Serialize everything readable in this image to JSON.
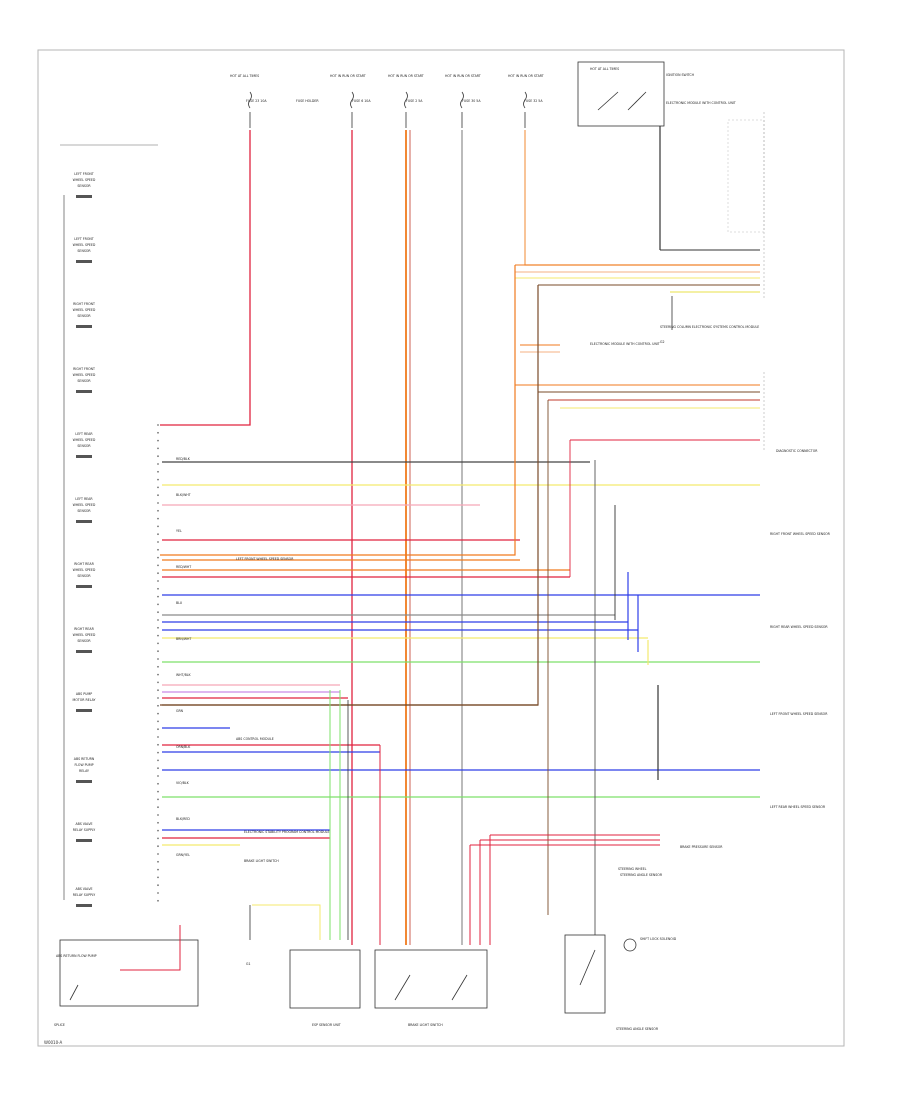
{
  "footer_code": "W0010-A",
  "header_sources": [
    {
      "top": "HOT AT ALL TIMES",
      "fuse": "FUSE 23 10A"
    },
    {
      "top": "",
      "fuse": "FUSE HOLDER"
    },
    {
      "top": "HOT IN RUN OR START",
      "fuse": "FUSE 6 10A"
    },
    {
      "top": "HOT IN RUN OR START",
      "fuse": "FUSE 2 5A"
    },
    {
      "top": "HOT IN RUN OR START",
      "fuse": "FUSE 30 5A"
    },
    {
      "top": "HOT IN RUN OR START",
      "fuse": "FUSE 32 5A"
    }
  ],
  "top_right_switch": {
    "title": "HOT AT ALL TIMES",
    "label": "IGNITION SWITCH",
    "ground": "G1"
  },
  "module_labels": [
    "ELECTRONIC MODULE WITH CONTROL UNIT",
    "STEERING COLUMN ELECTRONIC SYSTEMS CONTROL MODULE"
  ],
  "left_column_labels": [
    "LEFT FRONT WHEEL SPEED SENSOR",
    "LEFT FRONT WHEEL SPEED SENSOR",
    "RIGHT FRONT WHEEL SPEED SENSOR",
    "RIGHT FRONT WHEEL SPEED SENSOR",
    "LEFT REAR WHEEL SPEED SENSOR",
    "LEFT REAR WHEEL SPEED SENSOR",
    "RIGHT REAR WHEEL SPEED SENSOR",
    "RIGHT REAR WHEEL SPEED SENSOR",
    "ABS PUMP MOTOR RELAY",
    "ABS RETURN FLOW PUMP RELAY",
    "ABS VALVE RELAY SUPPLY",
    "ABS VALVE RELAY SUPPLY"
  ],
  "right_side_labels": [
    "DIAGNOSTIC CONNECTOR",
    "RIGHT FRONT WHEEL SPEED SENSOR",
    "RIGHT REAR WHEEL SPEED SENSOR",
    "LEFT FRONT WHEEL SPEED SENSOR",
    "LEFT REAR WHEEL SPEED SENSOR",
    "BRAKE PRESSURE SENSOR",
    "STEERING ANGLE SENSOR"
  ],
  "wire_colors": [
    "RED/BLK",
    "BLK/WHT",
    "YEL",
    "RED/WHT",
    "BLU",
    "BRN/WHT",
    "WHT/BLK",
    "GRN",
    "ORN/BLK",
    "VIO/BLK",
    "BLK/RED",
    "GRN/YEL"
  ],
  "mid_labels": {
    "connector_a": "LEFT FRONT WHEEL SPEED SENSOR",
    "connector_b": "ABS CONTROL MODULE",
    "connector_c": "ELECTRONIC STABILITY PROGRAM CONTROL MODULE",
    "sensor_note": "BRAKE LIGHT SWITCH"
  },
  "bottom_components": [
    {
      "label": "ABS RETURN FLOW PUMP",
      "sub": "SPLICE"
    },
    {
      "label": "ESP SENSOR UNIT",
      "sub": ""
    },
    {
      "label": "BRAKE LIGHT SWITCH",
      "sub": ""
    },
    {
      "label": "STEERING ANGLE SENSOR",
      "sub": ""
    }
  ],
  "bottom_right": {
    "top": "STEERING WHEEL",
    "note": "SHIFT LOCK SOLENOID",
    "ground": "G1"
  },
  "ground_labels": [
    "G1",
    "G2"
  ],
  "colors": {
    "red": "#e0233f",
    "orange": "#f07a1e",
    "yellow": "#f4ea6e",
    "green": "#7ee06a",
    "blue": "#2f3ee8",
    "violet": "#c98ae8",
    "gray": "#8a8a8a",
    "brown": "#7a4b2a",
    "pink": "#f5a6b8",
    "dark": "#444444",
    "frame": "#b5b5b5"
  }
}
